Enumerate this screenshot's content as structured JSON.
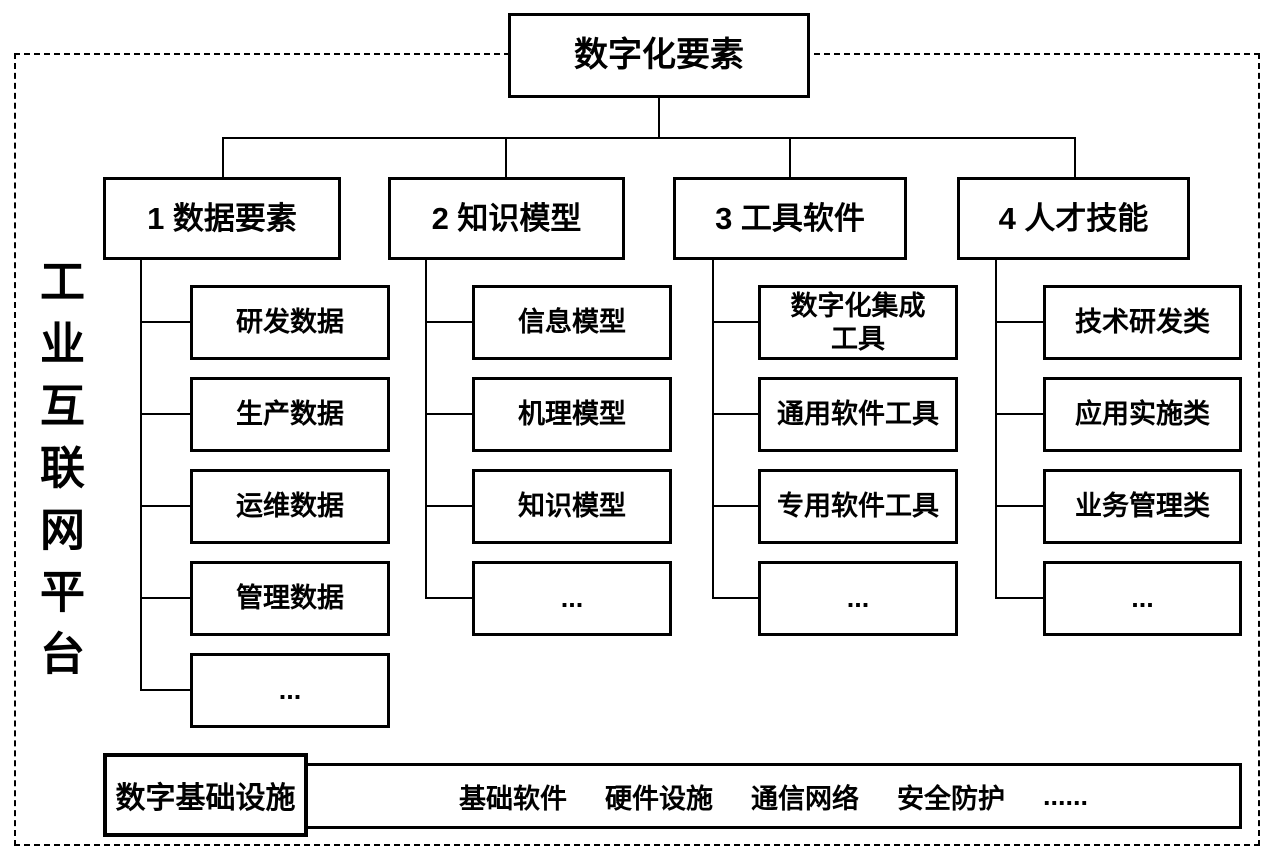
{
  "platform": {
    "label": "工业互联网平台"
  },
  "root": {
    "label": "数字化要素"
  },
  "columns": [
    {
      "header": "1 数据要素",
      "children": [
        "研发数据",
        "生产数据",
        "运维数据",
        "管理数据",
        "..."
      ]
    },
    {
      "header": "2 知识模型",
      "children": [
        "信息模型",
        "机理模型",
        "知识模型",
        "..."
      ]
    },
    {
      "header": "3 工具软件",
      "children": [
        "数字化集成工具",
        "通用软件工具",
        "专用软件工具",
        "..."
      ]
    },
    {
      "header": "4 人才技能",
      "children": [
        "技术研发类",
        "应用实施类",
        "业务管理类",
        "..."
      ]
    }
  ],
  "infrastructure": {
    "label": "数字基础设施",
    "items": [
      "基础软件",
      "硬件设施",
      "通信网络",
      "安全防护",
      "......"
    ]
  },
  "colors": {
    "line": "#000000",
    "background": "#ffffff",
    "text": "#000000"
  }
}
